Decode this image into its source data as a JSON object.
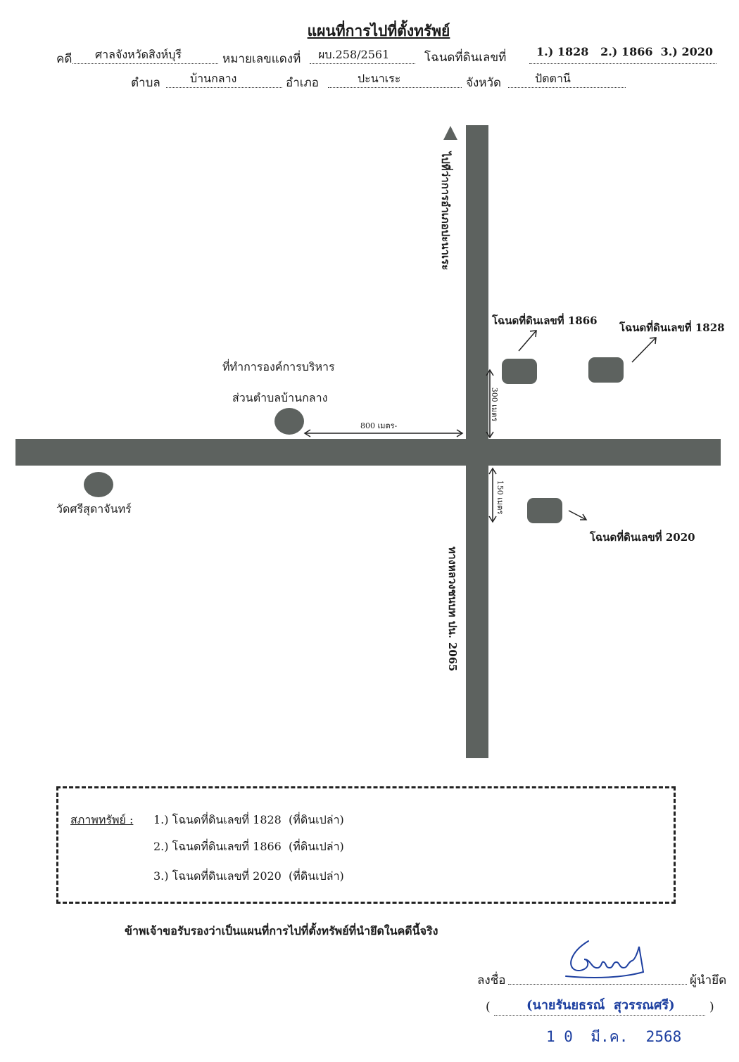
{
  "header": {
    "title": "แผนที่การไปที่ตั้งทรัพย์",
    "case_label": "คดี",
    "case_value": "ศาลจังหวัดสิงห์บุรี",
    "red_no_label": "หมายเลขแดงที่",
    "red_no_value": "ผบ.258/2561",
    "deed_label": "โฉนดที่ดินเลขที่",
    "deed_value": "1.) 1828   2.) 1866  3.) 2020",
    "subdistrict_label": "ตำบล",
    "subdistrict_value": "บ้านกลาง",
    "district_label": "อำเภอ",
    "district_value": "ปะนาเระ",
    "province_label": "จังหวัด",
    "province_value": "ปัตตานี"
  },
  "map": {
    "road_north_label": "ไปที่ว่าการอำเภอปะนาเระ",
    "road_south_label": "ทางหลวงชนบท ปน. 2065",
    "office_label_line1": "ที่ทำการองค์การบริหาร",
    "office_label_line2": "ส่วนตำบลบ้านกลาง",
    "temple_label": "วัดศรีสุดาจันทร์",
    "distance_800": "800 เมตร-",
    "distance_300": "300 เมตร",
    "distance_150": "150 เมตร",
    "deed_1866": "โฉนดที่ดินเลขที่ 1866",
    "deed_1828": "โฉนดที่ดินเลขที่ 1828",
    "deed_2020": "โฉนดที่ดินเลขที่ 2020",
    "road_color": "#5d625f"
  },
  "condition": {
    "heading": "สภาพทรัพย์ :",
    "items": [
      "1.) โฉนดที่ดินเลขที่ 1828  (ที่ดินเปล่า)",
      "2.) โฉนดที่ดินเลขที่ 1866  (ที่ดินเปล่า)",
      "3.) โฉนดที่ดินเลขที่ 2020  (ที่ดินเปล่า)"
    ]
  },
  "certification": "ข้าพเจ้าขอรับรองว่าเป็นแผนที่การไปที่ตั้งทรัพย์ที่นำยึดในคดีนี้จริง",
  "signature": {
    "sign_label": "ลงชื่อ",
    "role": "ผู้นำยึด",
    "open_paren": "(",
    "name": "(นายรันยธรณ์  สุวรรณศรี)",
    "close_paren": ")",
    "date": "1 0  มี.ค.  2568",
    "ink_color": "#1d3fa0"
  }
}
